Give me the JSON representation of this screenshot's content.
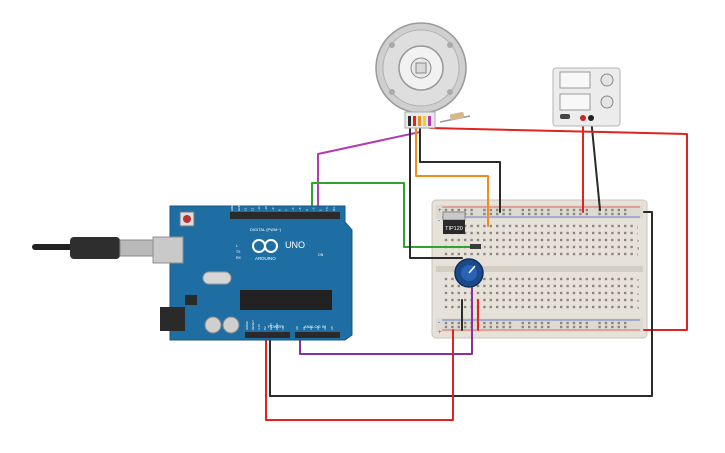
{
  "arduino": {
    "brand_label": "ARDUINO",
    "model_label": "UNO",
    "header_digital": "DIGITAL (PWM~)",
    "header_analog": "ANALOG IN",
    "header_power": "POWER",
    "pin_labels_top": [
      "AREF",
      "GND",
      "13",
      "12",
      "~11",
      "~10",
      "~9",
      "8",
      "7",
      "~6",
      "~5",
      "4",
      "~3",
      "2",
      "TX→1",
      "RX←0"
    ],
    "pin_labels_power": [
      "IOREF",
      "RESET",
      "3.3V",
      "5V",
      "GND",
      "GND",
      "Vin"
    ],
    "pin_labels_analog": [
      "A0",
      "A1",
      "A2",
      "A3",
      "A4",
      "A5"
    ],
    "led_labels": [
      "L",
      "TX",
      "RX",
      "ON"
    ]
  },
  "transistor": {
    "label": "TIP120"
  },
  "breadboard": {
    "rail_plus": "+",
    "rail_minus": "-",
    "row_letters": [
      "a",
      "b",
      "c",
      "d",
      "e",
      "f",
      "g",
      "h",
      "i",
      "j"
    ]
  },
  "colors": {
    "wire_red": "#e0231f",
    "wire_black": "#2b2b2b",
    "wire_green": "#2fa52f",
    "wire_purple": "#8a2f9c",
    "wire_magenta": "#b23bb0",
    "wire_orange": "#f08c1a",
    "arduino_board": "#1f6ea3",
    "breadboard": "#e4e0d8",
    "potentiometer": "#1b4a8c"
  }
}
